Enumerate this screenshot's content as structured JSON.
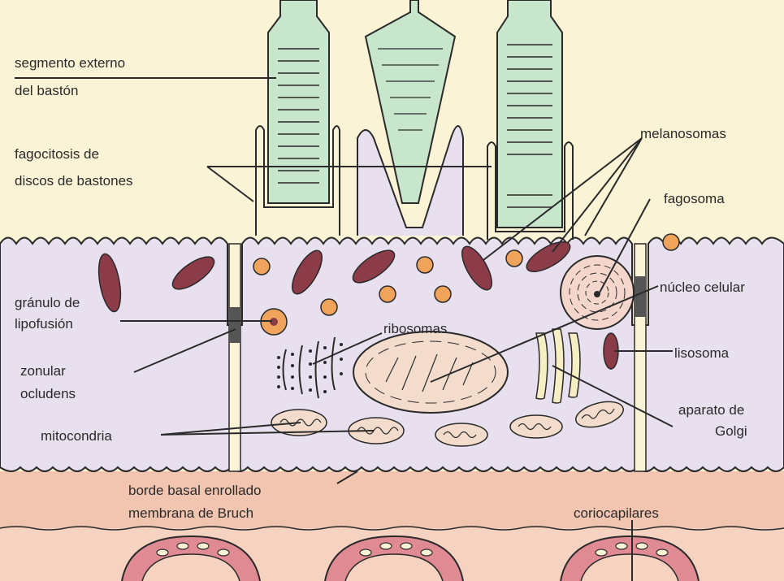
{
  "labels": {
    "rod_outer_segment_1": "segmento externo",
    "rod_outer_segment_2": "del bastón",
    "phagocytosis_1": "fagocitosis de",
    "phagocytosis_2": "discos de bastones",
    "melanosomes": "melanosomas",
    "phagosome": "fagosoma",
    "lipofuscin_1": "gránulo de",
    "lipofuscin_2": "lipofusión",
    "cell_nucleus": "núcleo celular",
    "ribosomes": "ribosomas",
    "zonula_1": "zonular",
    "zonula_2": "ocludens",
    "lysosome": "lisosoma",
    "mitochondria": "mitocondria",
    "golgi_1": "aparato de",
    "golgi_2": "Golgi",
    "basal_border": "borde basal enrollado",
    "bruch": "membrana de Bruch",
    "choriocapillaris": "coriocapilares"
  },
  "colors": {
    "background": "#fbf3d6",
    "cell": "#e8e0ee",
    "rod": "#c8e6cc",
    "melanosome": "#8c3b48",
    "lipofuscin": "#f0a35a",
    "bruch": "#f2c5b0",
    "capillary": "#e08a94",
    "outline": "#2a2a2a"
  }
}
